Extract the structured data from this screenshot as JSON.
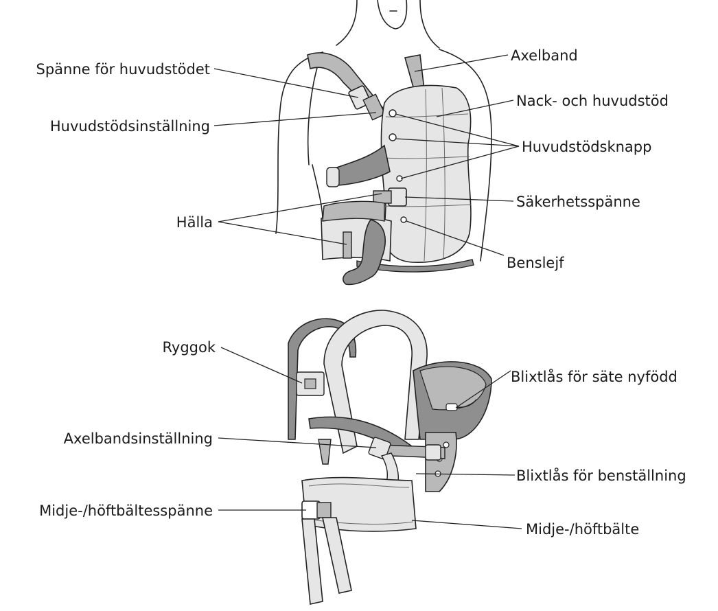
{
  "colors": {
    "line": "#222222",
    "fabric_dark": "#8f8f8f",
    "fabric_mid": "#b9b9b9",
    "fabric_light": "#e6e6e6",
    "background": "#ffffff"
  },
  "labels": {
    "left": {
      "head_support_buckle": "Spänne för huvudstödet",
      "head_support_adjustment": "Huvudstödsinställning",
      "loops": "Hälla",
      "back_pocket": "Ryggok",
      "shoulder_strap_adjustment": "Axelbandsinställning",
      "waist_belt_buckle": "Midje-/höftbältesspänne"
    },
    "right": {
      "shoulder_strap": "Axelband",
      "neck_head_support": "Nack- och huvudstöd",
      "head_support_button": "Huvudstödsknapp",
      "safety_buckle": "Säkerhetsspänne",
      "leg_flap": "Benslejf",
      "zipper_newborn_seat": "Blixtlås för säte nyfödd",
      "zipper_leg_position": "Blixtlås för benställning",
      "waist_belt": "Midje-/höftbälte"
    }
  }
}
